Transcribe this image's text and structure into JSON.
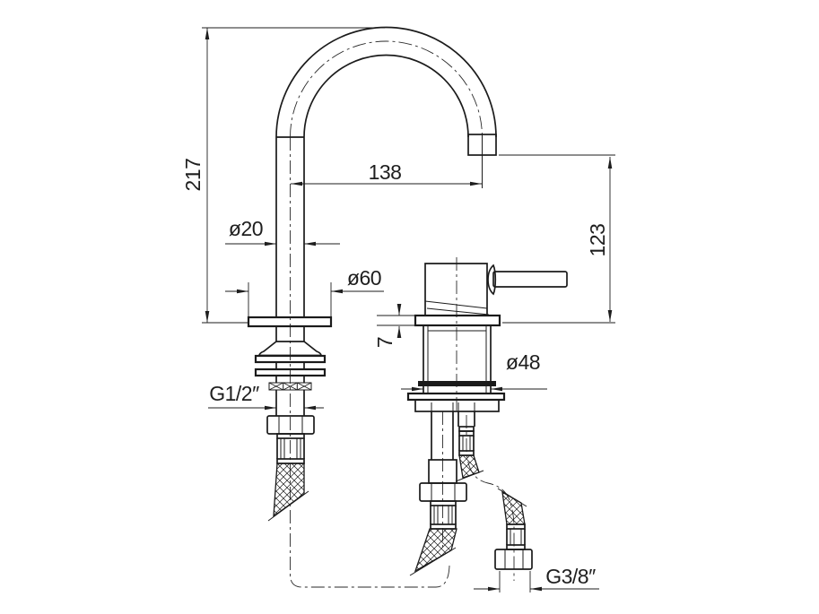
{
  "drawing": {
    "type": "technical-drawing",
    "subject": "single-lever basin mixer tap with swan-neck spout, side elevation with installation dimensions",
    "background_color": "#ffffff",
    "line_color": "#1b1b1b",
    "labels": {
      "spout_height": "217",
      "spout_reach": "138",
      "outlet_height": "123",
      "spout_tube_diameter": "ø20",
      "spout_base_diameter": "ø60",
      "deck_flange_thickness": "7",
      "valve_body_diameter": "ø48",
      "spout_inlet_thread": "G1/2″",
      "supply_hose_thread": "G3/8″"
    }
  }
}
